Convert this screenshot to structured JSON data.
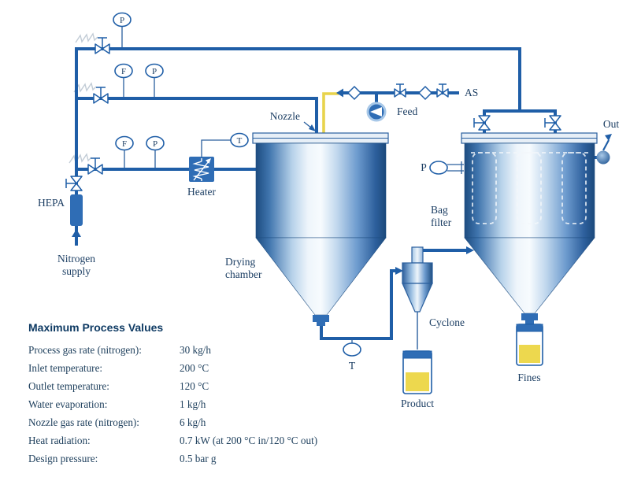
{
  "diagram": {
    "labels": {
      "nozzle": "Nozzle",
      "feed": "Feed",
      "as": "AS",
      "out": "Out",
      "hepa": "HEPA",
      "nitrogen_line1": "Nitrogen",
      "nitrogen_line2": "supply",
      "heater": "Heater",
      "chamber_line1": "Drying",
      "chamber_line2": "chamber",
      "bagfilter_line1": "Bag",
      "bagfilter_line2": "filter",
      "cyclone": "Cyclone",
      "product": "Product",
      "fines": "Fines",
      "outlet_temp": "T",
      "bagfilter_pressure": "P"
    },
    "instruments": {
      "line1_p": "P",
      "line2_f": "F",
      "line2_p": "P",
      "line3_f": "F",
      "line3_p": "P",
      "heater_t": "T"
    },
    "colors": {
      "pipe_blue": "#1f5ea7",
      "fill_blue": "#2f6db5",
      "feed_yellow": "#e8d34c",
      "product_yellow": "#edd84e",
      "vessel_dark": "#1d4c80",
      "vessel_light": "#f7fbfe",
      "signal_gray": "#c2ccd6",
      "text_navy": "#1c3e63"
    }
  },
  "table": {
    "title": "Maximum Process Values",
    "rows": [
      {
        "label": "Process gas rate (nitrogen):",
        "value": "30 kg/h"
      },
      {
        "label": "Inlet temperature:",
        "value": "200 °C"
      },
      {
        "label": "Outlet temperature:",
        "value": "120 °C"
      },
      {
        "label": "Water evaporation:",
        "value": "1 kg/h"
      },
      {
        "label": "Nozzle gas rate (nitrogen):",
        "value": "6 kg/h"
      },
      {
        "label": "Heat radiation:",
        "value": "0.7 kW (at 200 °C in/120 °C out)"
      },
      {
        "label": "Design pressure:",
        "value": "0.5 bar g"
      }
    ]
  }
}
